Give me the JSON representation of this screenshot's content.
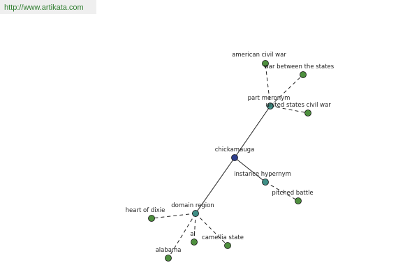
{
  "header": {
    "url": "http://www.artikata.com"
  },
  "graph": {
    "colors": {
      "root": "#2e3e8c",
      "relation": "#3f8f86",
      "leaf": "#4e8f3e"
    },
    "nodes": [
      {
        "id": "root",
        "label": "chickamauga",
        "kind": "root"
      },
      {
        "id": "part",
        "label": "part meronym",
        "kind": "relation"
      },
      {
        "id": "inst",
        "label": "instance hypernym",
        "kind": "relation"
      },
      {
        "id": "dom",
        "label": "domain region",
        "kind": "relation"
      },
      {
        "id": "acw",
        "label": "american civil war",
        "kind": "leaf"
      },
      {
        "id": "wbs",
        "label": "war between the states",
        "kind": "leaf"
      },
      {
        "id": "uscw",
        "label": "united states civil war",
        "kind": "leaf"
      },
      {
        "id": "pb",
        "label": "pitched battle",
        "kind": "leaf"
      },
      {
        "id": "hod",
        "label": "heart of dixie",
        "kind": "leaf"
      },
      {
        "id": "al",
        "label": "al",
        "kind": "leaf"
      },
      {
        "id": "cam",
        "label": "camellia state",
        "kind": "leaf"
      },
      {
        "id": "ala",
        "label": "alabama",
        "kind": "leaf"
      }
    ],
    "edges": [
      {
        "from": "root",
        "to": "part",
        "style": "solid"
      },
      {
        "from": "root",
        "to": "inst",
        "style": "solid"
      },
      {
        "from": "root",
        "to": "dom",
        "style": "solid"
      },
      {
        "from": "part",
        "to": "acw",
        "style": "dashed"
      },
      {
        "from": "part",
        "to": "wbs",
        "style": "dashed"
      },
      {
        "from": "part",
        "to": "uscw",
        "style": "dashed"
      },
      {
        "from": "inst",
        "to": "pb",
        "style": "dashed"
      },
      {
        "from": "dom",
        "to": "hod",
        "style": "dashed"
      },
      {
        "from": "dom",
        "to": "al",
        "style": "dashed"
      },
      {
        "from": "dom",
        "to": "cam",
        "style": "dashed"
      },
      {
        "from": "dom",
        "to": "ala",
        "style": "dashed"
      }
    ]
  }
}
